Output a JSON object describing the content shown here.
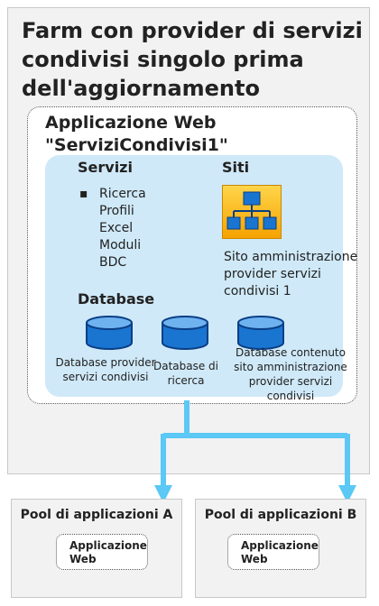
{
  "farm": {
    "title": "Farm con provider di servizi condivisi singolo prima dell'aggiornamento"
  },
  "web_application": {
    "title": "Applicazione Web \"ServiziCondivisi1\""
  },
  "services": {
    "heading": "Servizi",
    "items": [
      "Ricerca",
      "Profili",
      "Excel",
      "Moduli",
      "BDC"
    ],
    "bullet": "▪"
  },
  "sites": {
    "heading": "Siti",
    "icon": "site-hierarchy-icon",
    "site_name": "Sito amministrazione provider servizi condivisi 1"
  },
  "databases": {
    "heading": "Database",
    "items": [
      {
        "label": "Database provider servizi condivisi"
      },
      {
        "label": "Database di ricerca"
      },
      {
        "label": "Database contenuto sito amministrazione provider servizi condivisi"
      }
    ]
  },
  "pools": [
    {
      "title": "Pool di applicazioni A",
      "app_label": "Applicazione Web"
    },
    {
      "title": "Pool di applicazioni B",
      "app_label": "Applicazione Web"
    }
  ],
  "colors": {
    "arrow": "#5bc8f5",
    "db_fill": "#1a75d1",
    "db_stroke": "#0a3f86",
    "site_icon_bg": "#f5b400",
    "panel_bg": "#cfe9f8"
  }
}
